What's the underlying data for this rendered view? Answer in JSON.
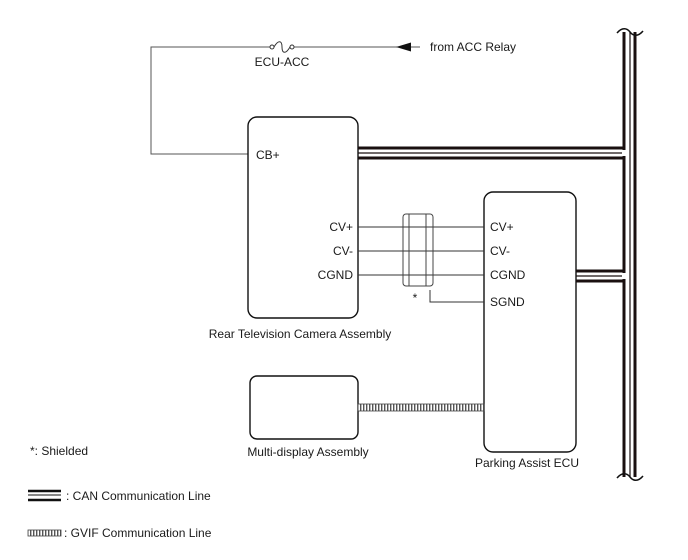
{
  "diagram": {
    "power": {
      "fuse_label": "ECU-ACC",
      "source_label": "from ACC Relay"
    },
    "components": {
      "rear_camera": {
        "name": "Rear Television Camera Assembly",
        "pins": [
          "CB+",
          "CV+",
          "CV-",
          "CGND"
        ]
      },
      "parking_ecu": {
        "name": "Parking Assist ECU",
        "pins": [
          "CV+",
          "CV-",
          "CGND",
          "SGND"
        ]
      },
      "multi_display": {
        "name": "Multi-display Assembly"
      }
    },
    "shield_marker": "*",
    "legend": {
      "shielded_note": "*: Shielded",
      "can_line": ": CAN Communication Line",
      "gvif_line": ": GVIF Communication Line"
    }
  }
}
